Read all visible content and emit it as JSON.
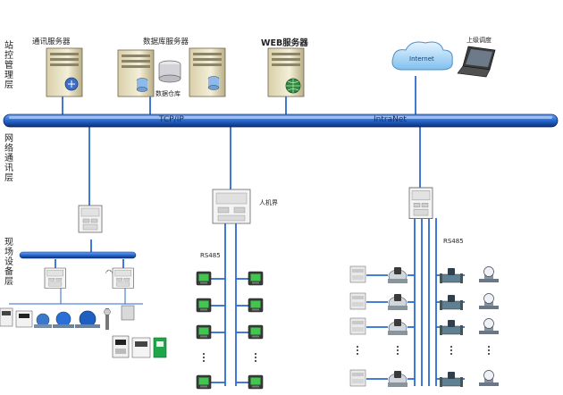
{
  "layers": [
    {
      "id": "station",
      "label": "站控管理层"
    },
    {
      "id": "network",
      "label": "网络通讯层"
    },
    {
      "id": "field",
      "label": "现场设备层"
    }
  ],
  "servers": {
    "comm": "通讯服务器",
    "db": "数据库服务器",
    "web": "WEB服务器",
    "db_store": "数据仓库"
  },
  "cloud": {
    "label": "Internet"
  },
  "remote": {
    "label": "上级调度"
  },
  "bus": {
    "left_label": "TCP/IP",
    "right_label": "IntraNet"
  },
  "hmi": {
    "label": "人机界"
  },
  "rs485_left": "RS485",
  "rs485_right": "RS485",
  "colors": {
    "bus_main": "#2a6fd6",
    "bus_dark": "#0d2f7a",
    "line": "#2b6bd1",
    "meter_green": "#1fa64a"
  }
}
